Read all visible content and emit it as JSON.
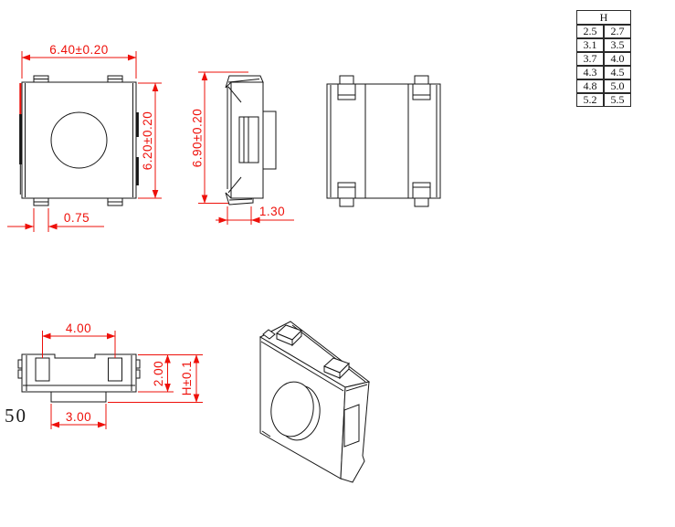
{
  "sheet": {
    "sheet_number": "50"
  },
  "dimensions": {
    "top_view": {
      "width": "6.40±0.20",
      "height": "6.20±0.20",
      "pad_width": "0.75"
    },
    "side_view": {
      "height": "6.90±0.20",
      "base_width": "1.30"
    },
    "front_view": {
      "terminal_pitch": "4.00",
      "stem_width": "3.00",
      "body_height": "2.00",
      "total_height": "H±0.1"
    }
  },
  "h_table": {
    "header": "H",
    "rows": [
      [
        "2.5",
        "2.7"
      ],
      [
        "3.1",
        "3.5"
      ],
      [
        "3.7",
        "4.0"
      ],
      [
        "4.3",
        "4.5"
      ],
      [
        "4.8",
        "5.0"
      ],
      [
        "5.2",
        "5.5"
      ]
    ]
  },
  "colors": {
    "dimension_red": "#ee100a",
    "line_black": "#161616",
    "background": "#ffffff"
  }
}
